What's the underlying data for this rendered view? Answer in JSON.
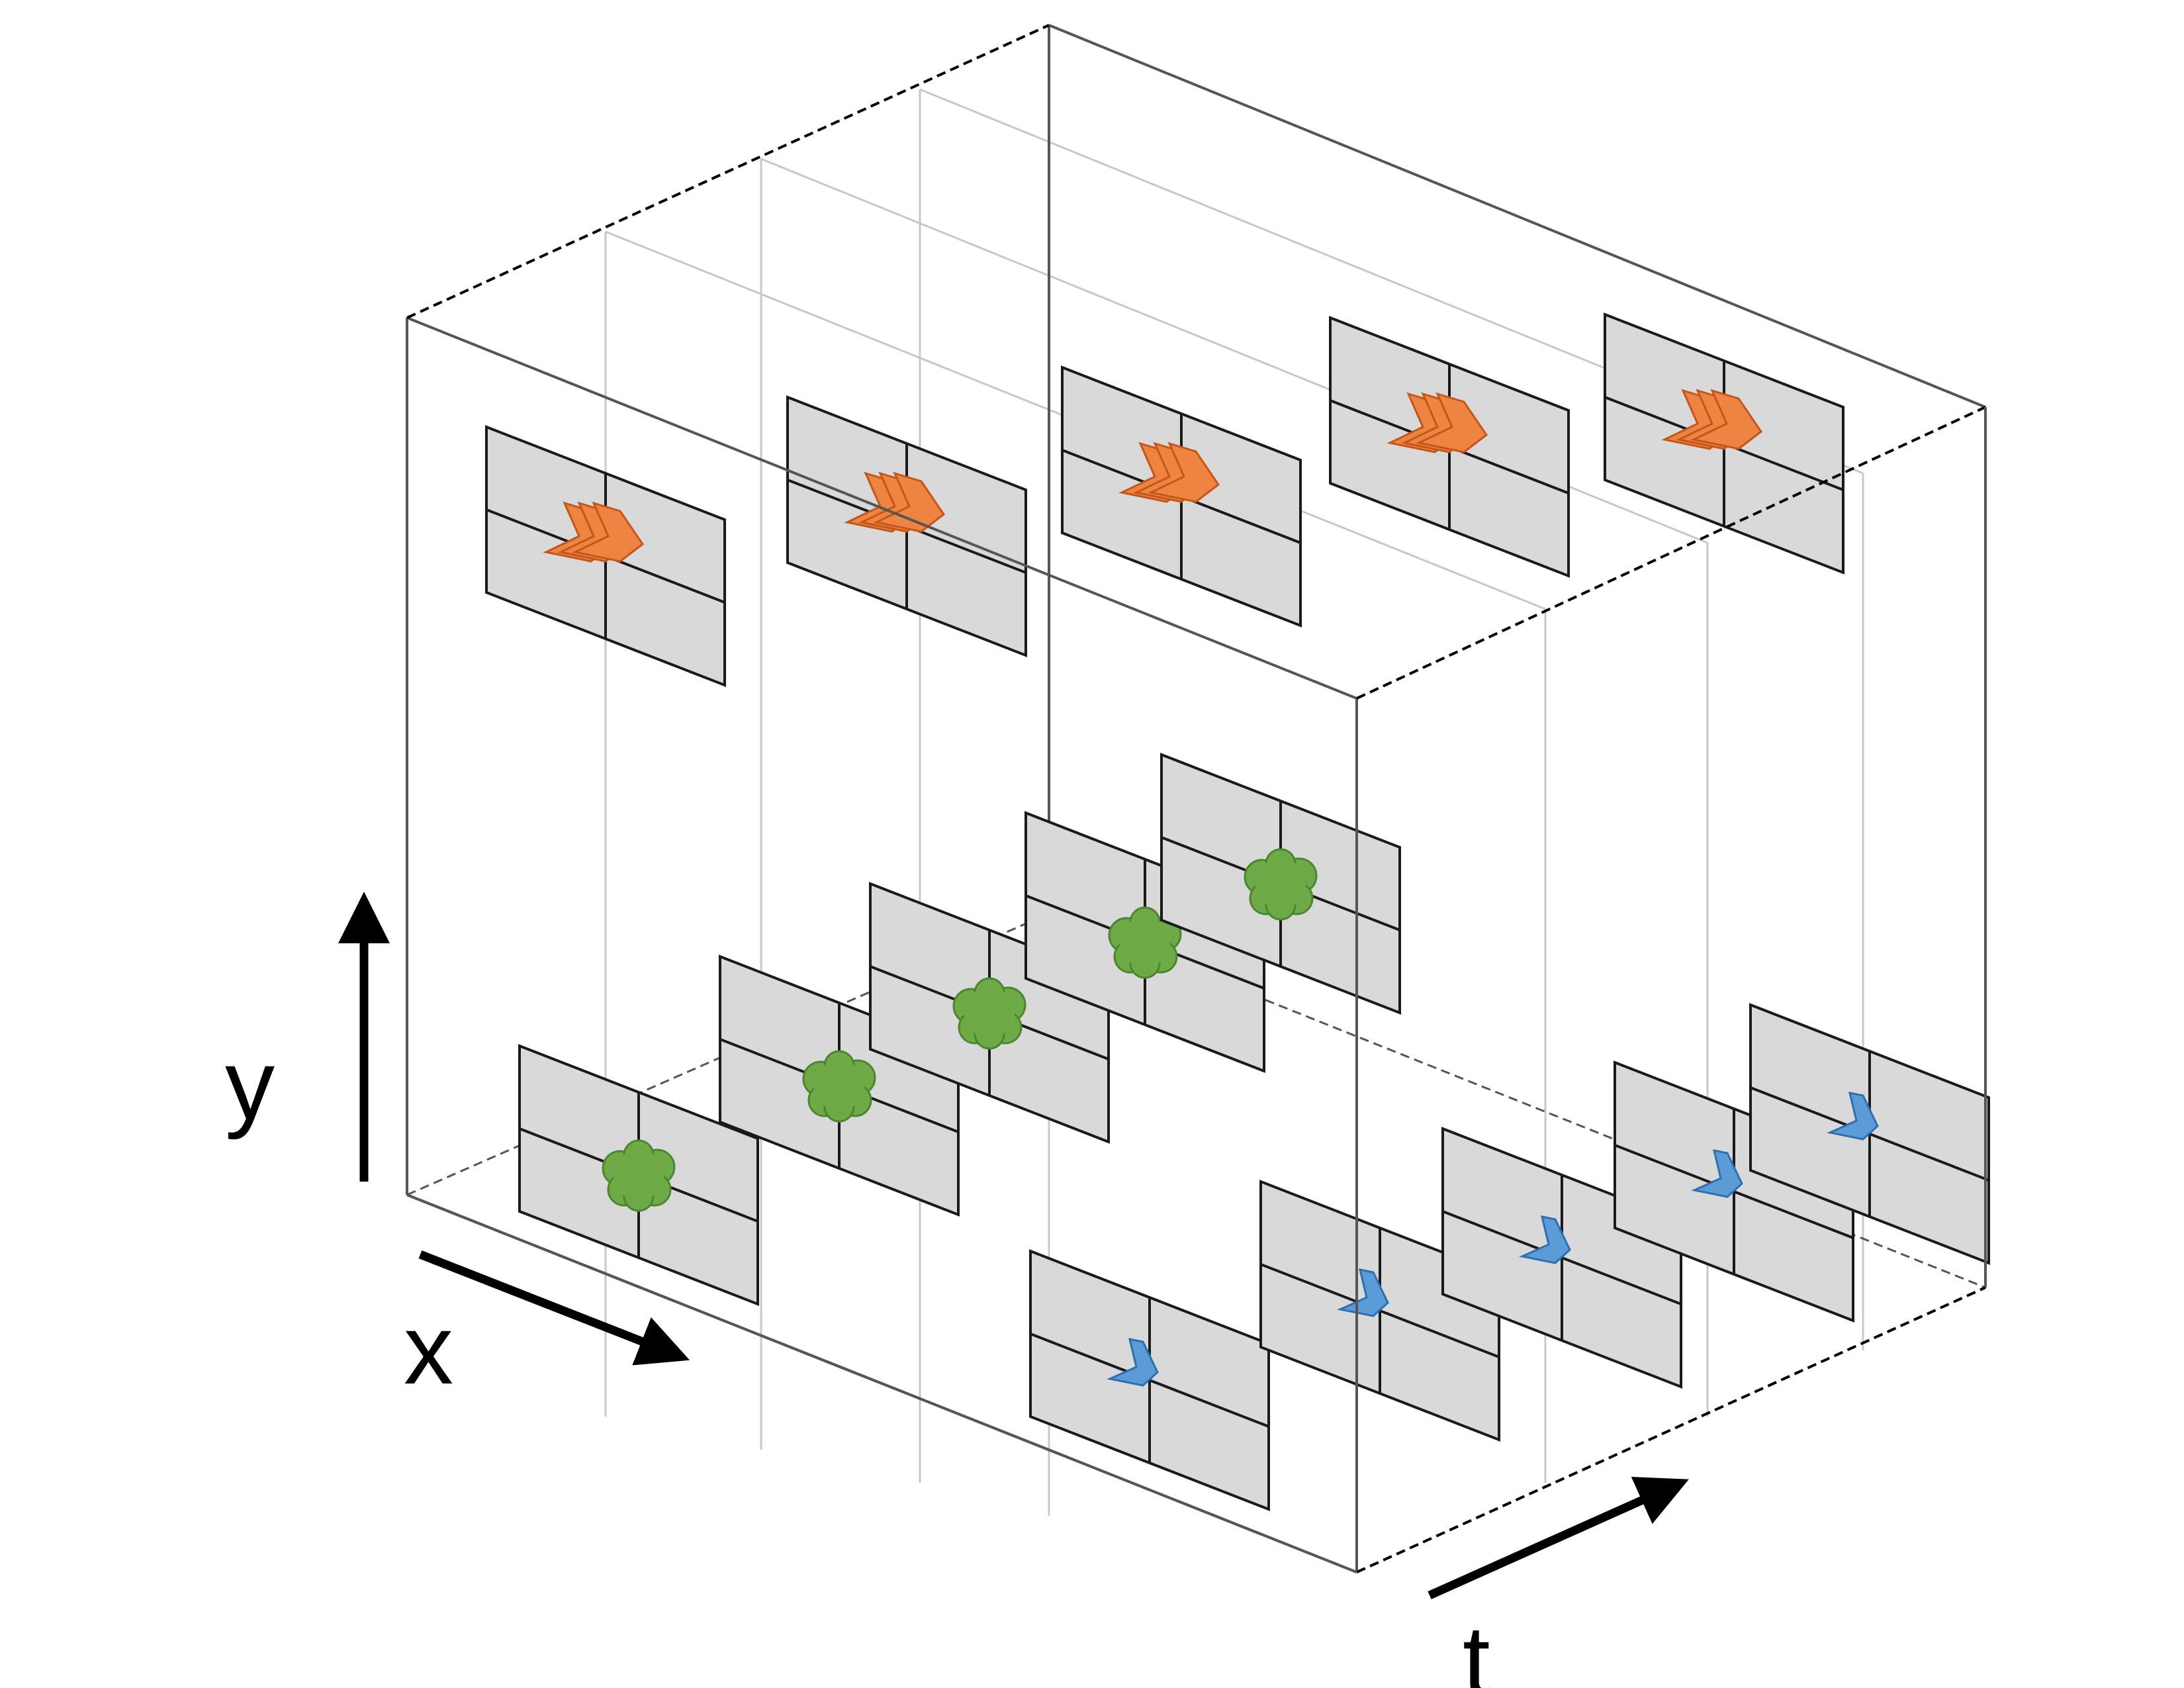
{
  "axes": {
    "x": {
      "label": "x"
    },
    "y": {
      "label": "y"
    },
    "t": {
      "label": "t"
    }
  },
  "colors": {
    "orange_shape": "#ed8442",
    "orange_stroke": "#c4561a",
    "green_blob": "#6eaa46",
    "green_stroke": "#4d8530",
    "blue_shape": "#5b9bd8",
    "blue_stroke": "#2f6fad",
    "frame_fill": "#d9d9d9",
    "frame_stroke": "#1a1a1a"
  },
  "tracks": [
    {
      "name": "orange-chevron-track",
      "icon": "chevron-icon",
      "frames": 5
    },
    {
      "name": "green-blob-track",
      "icon": "blob-icon",
      "frames": 5
    },
    {
      "name": "blue-arrow-track",
      "icon": "arrow-icon",
      "frames": 5
    }
  ]
}
